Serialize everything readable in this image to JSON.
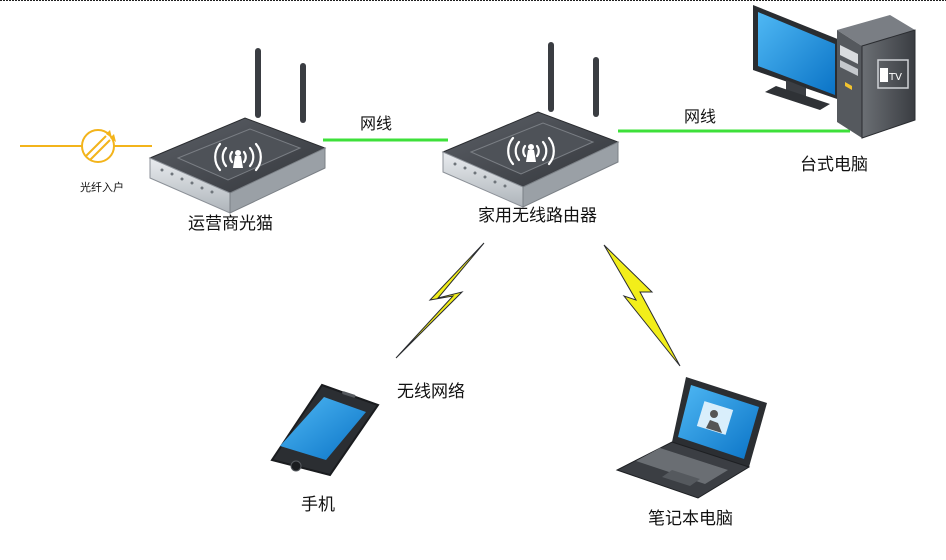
{
  "labels": {
    "fiber_in": "光纤入户",
    "modem": "运营商光猫",
    "router": "家用无线路由器",
    "desktop": "台式电脑",
    "cable_left": "网线",
    "cable_right": "网线",
    "wireless": "无线网络",
    "phone": "手机",
    "laptop": "笔记本电脑",
    "monitor_logo": "TV"
  },
  "colors": {
    "fiber_line": "#f3b41b",
    "cable_line": "#3ee03a",
    "lightning": "#f2ee1a",
    "device_screen": "#1b8fe0",
    "device_body": "#3c3f44"
  }
}
